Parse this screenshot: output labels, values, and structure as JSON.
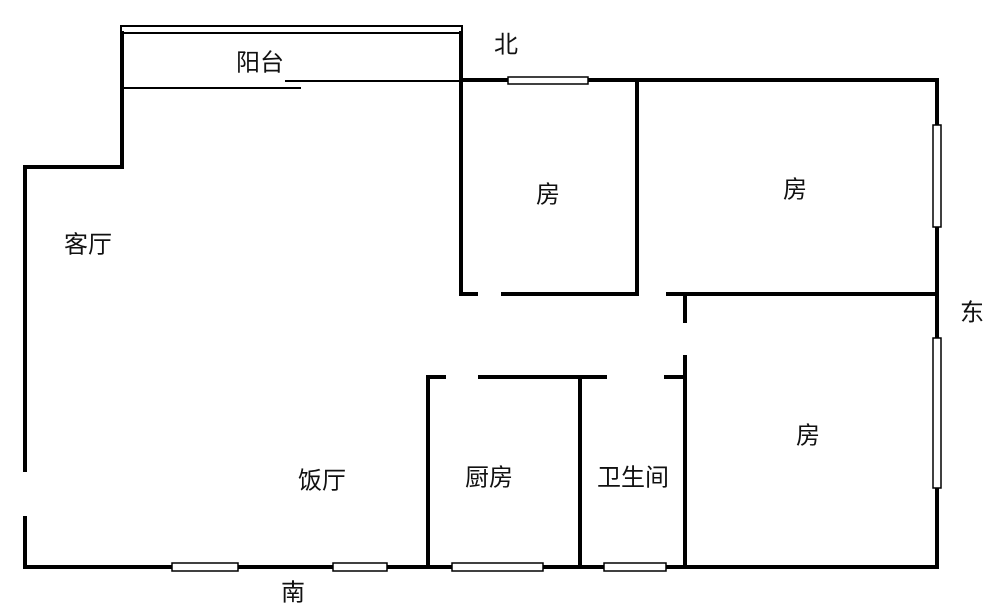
{
  "labels": {
    "balcony": "阳台",
    "north": "北",
    "south": "南",
    "east": "东",
    "living_room": "客厅",
    "dining_room": "饭厅",
    "bedroom_north_small": "房",
    "bedroom_north_large": "房",
    "bedroom_east": "房",
    "kitchen": "厨房",
    "bathroom": "卫生间"
  },
  "colors": {
    "wall": "#000000",
    "background": "#ffffff"
  }
}
